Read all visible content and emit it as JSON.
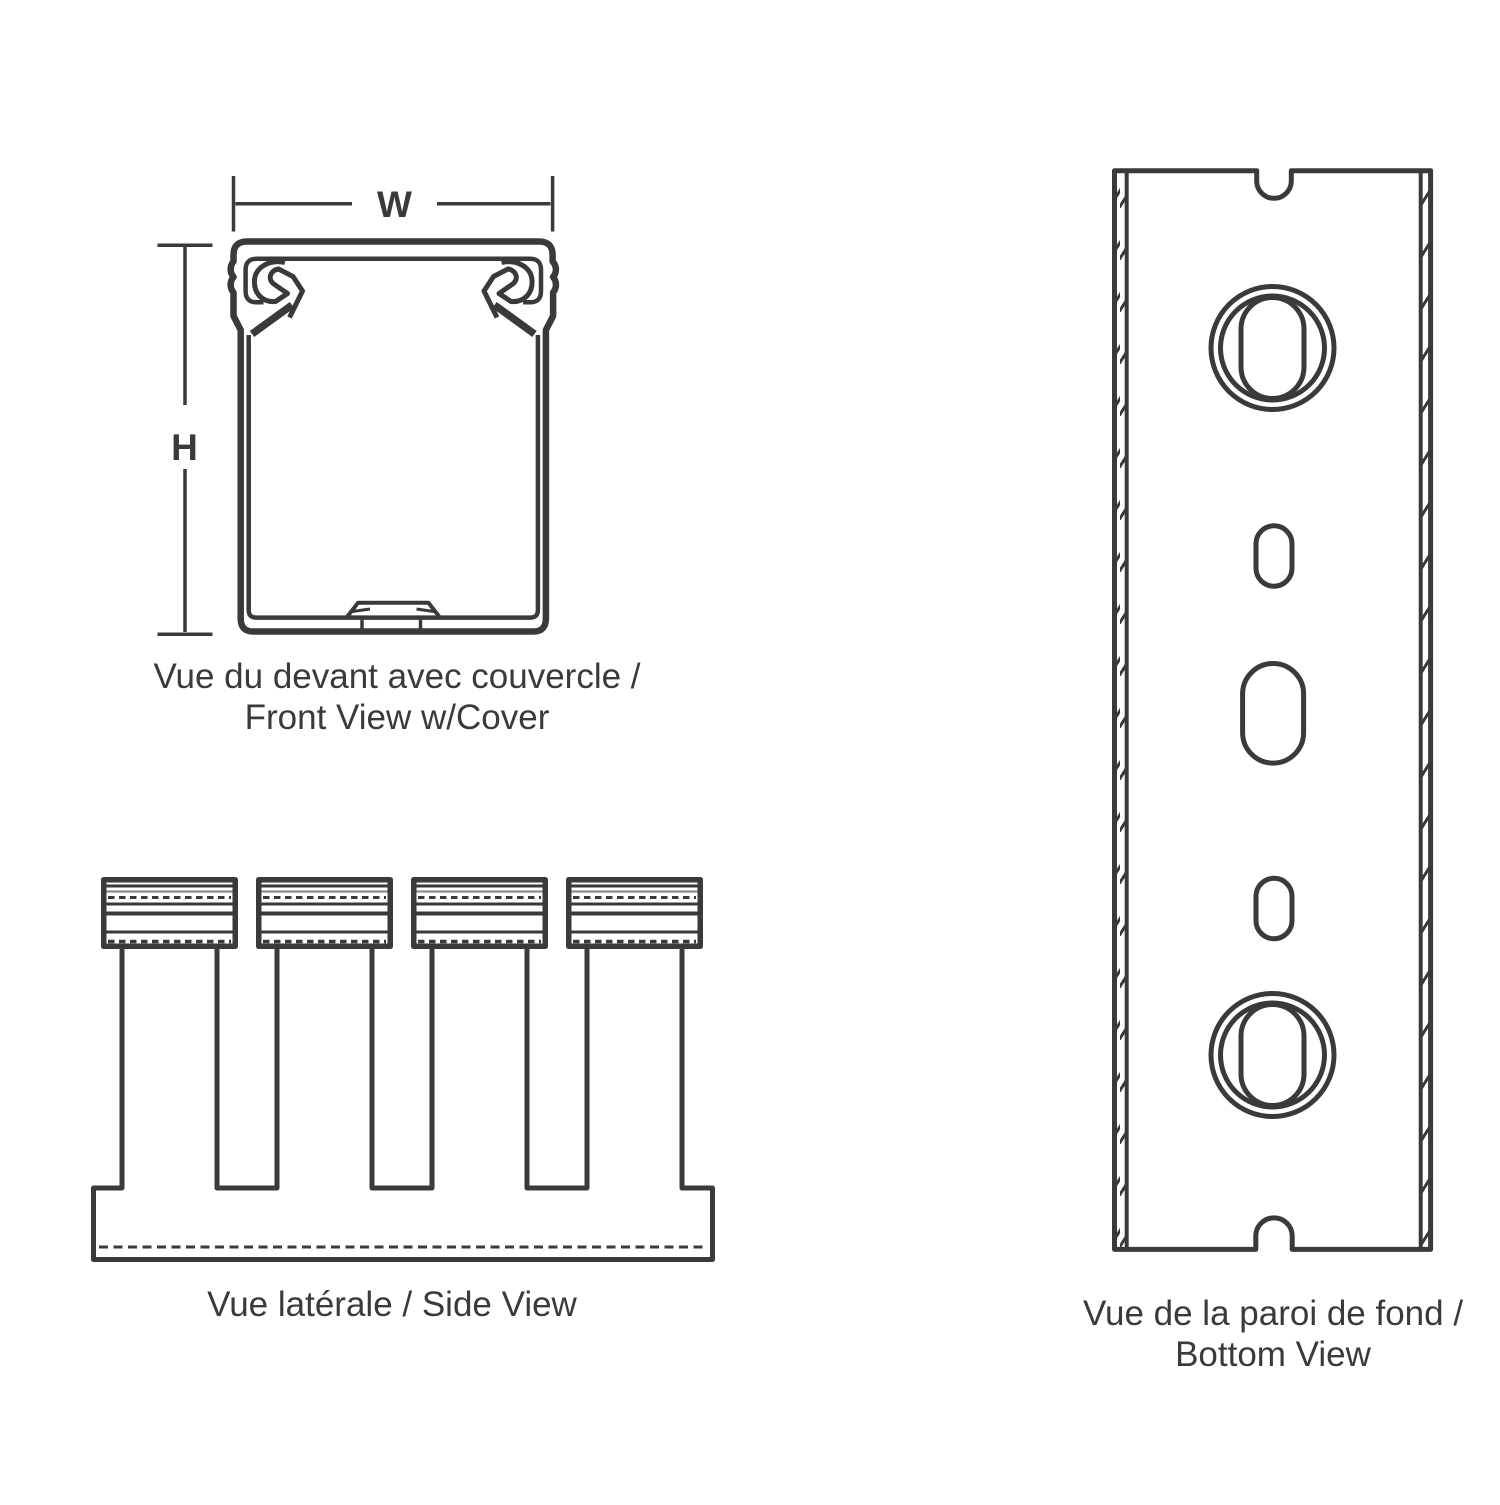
{
  "colors": {
    "line": "#3a3a3a",
    "thin_line": "#8d8d8d",
    "background": "#ffffff"
  },
  "front_view": {
    "dim_width_label": "W",
    "dim_height_label": "H",
    "caption_line1": "Vue du devant avec couvercle /",
    "caption_line2": "Front View w/Cover"
  },
  "side_view": {
    "caption": "Vue latérale / Side View",
    "finger_count": 4
  },
  "bottom_view": {
    "caption_line1": "Vue de la paroi de fond /",
    "caption_line2": "Bottom View",
    "round_knockout_count": 2,
    "oval_slot_count": 3
  }
}
